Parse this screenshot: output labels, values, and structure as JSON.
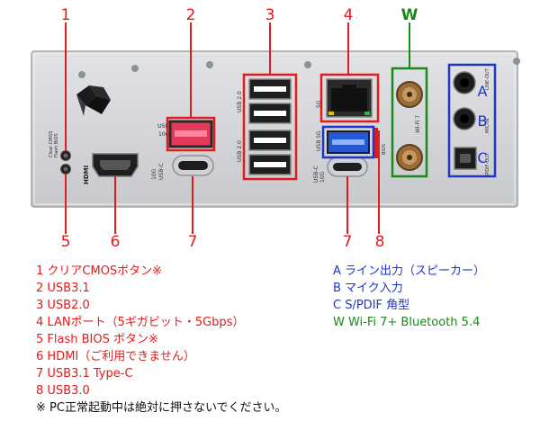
{
  "callouts": {
    "c1": "1",
    "c2": "2",
    "c3": "3",
    "c4": "4",
    "cw": "W",
    "c5": "5",
    "c6": "6",
    "c7a": "7",
    "c7b": "7",
    "c8": "8",
    "ca": "A",
    "cb": "B",
    "cc": "C"
  },
  "panel_labels": {
    "usb20_a": "USB 2.0",
    "usb20_b": "USB 2.0",
    "usb": "USB",
    "usb_10g": "10G",
    "usbc": "USB-C",
    "usbc_10g": "10G",
    "usbc2": "USB-C",
    "usbc2_10g": "10G",
    "usb5g": "USB 5G",
    "lan_5g": "5G",
    "wifi": "Wi-Fi 7",
    "hdmi": "HDMI",
    "clear_cmos": "Clear CMOS",
    "flash_bios": "Flash BIOS",
    "bios": "BIOS",
    "line_out": "LINE-OUT",
    "mic_in": "MIC-IN",
    "spdif_out": "SPDIF-OUT"
  },
  "legend_left": [
    "1 クリアCMOSボタン※",
    "2 USB3.1",
    "3 USB2.0",
    "4 LANポート（5ギガビット・5Gbps）",
    "5 Flash BIOS ボタン※",
    "6 HDMI（ご利用できません）",
    "7 USB3.1 Type-C",
    "8 USB3.0",
    "※ PC正常起動中は絶対に押さないでください。"
  ],
  "legend_right": [
    "A ライン出力（スピーカー）",
    "B マイク入力",
    "C S/PDIF 角型",
    "W Wi-Fi 7+ Bluetooth  5.4"
  ],
  "colors": {
    "red": "#e21b1b",
    "blue": "#1f36c8",
    "green": "#1a8a1a",
    "panel": "#d3d5d8"
  }
}
